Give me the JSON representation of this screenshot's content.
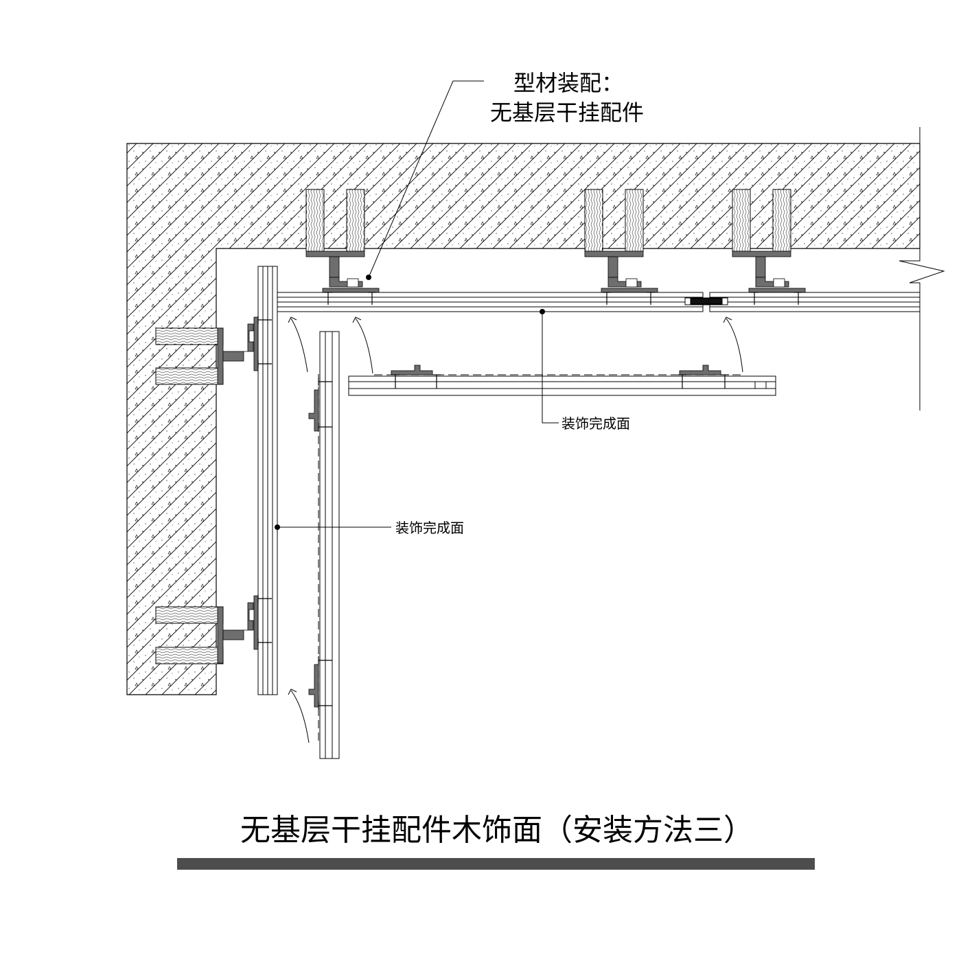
{
  "annotations": {
    "profile_line1": "型材装配：",
    "profile_line2": "无基层干挂配件",
    "finish_surface_ceiling": "装饰完成面",
    "finish_surface_wall": "装饰完成面"
  },
  "title": "无基层干挂配件木饰面（安装方法三）",
  "colors": {
    "line": "#000000",
    "bracket": "#6e6e6e",
    "title_bar": "#4d4d4d",
    "background": "#ffffff"
  }
}
